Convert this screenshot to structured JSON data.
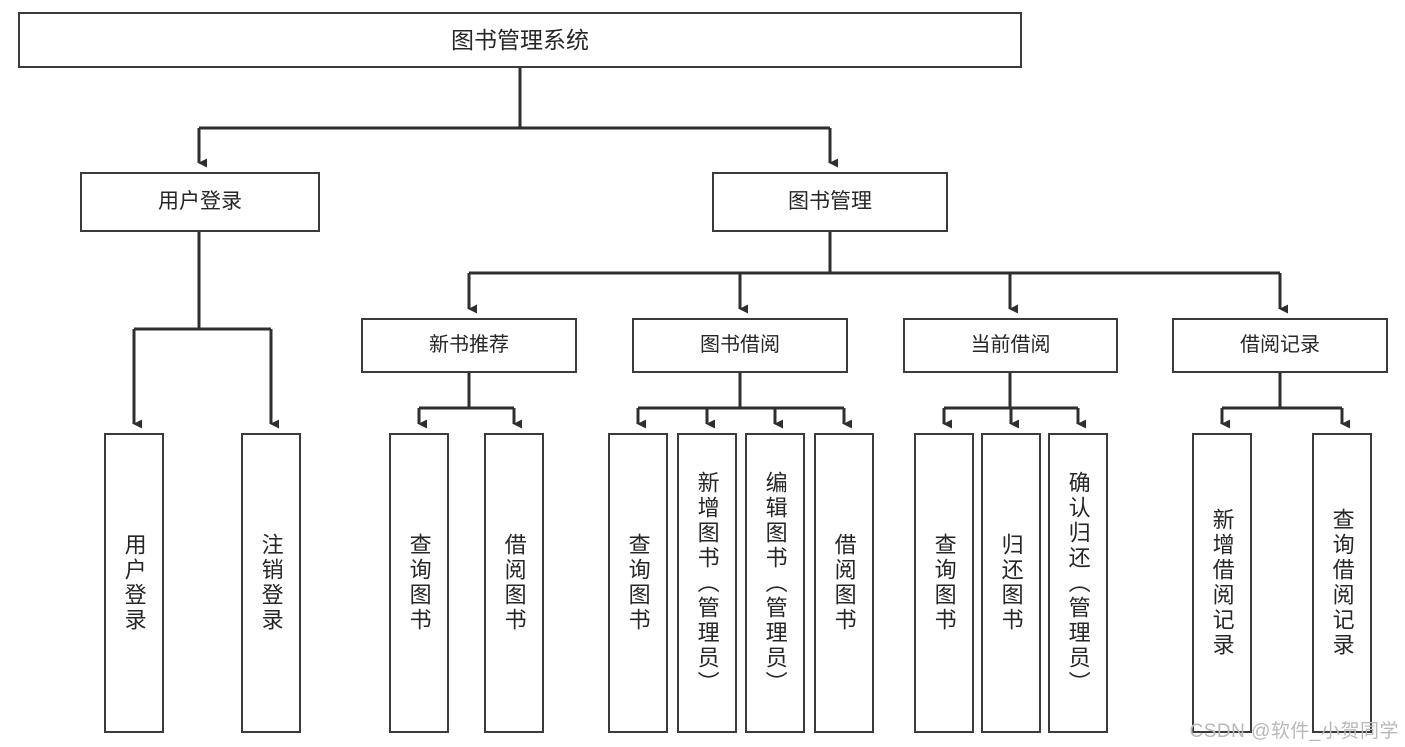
{
  "diagram": {
    "type": "tree",
    "title": "图书管理系统",
    "watermark": "CSDN @软件_小贺同学",
    "colors": {
      "node_border": "#3b3b3b",
      "node_fill": "#ffffff",
      "edge": "#2f2f2f",
      "text": "#262626",
      "watermark": "#b9b9b9"
    },
    "root": {
      "label": "图书管理系统"
    },
    "level2": [
      {
        "id": "user-login",
        "label": "用户登录"
      },
      {
        "id": "book-management",
        "label": "图书管理"
      }
    ],
    "modules": [
      {
        "id": "new-book-recommend",
        "label": "新书推荐"
      },
      {
        "id": "book-borrow",
        "label": "图书借阅"
      },
      {
        "id": "current-borrow",
        "label": "当前借阅"
      },
      {
        "id": "borrow-record",
        "label": "借阅记录"
      }
    ],
    "leaves": {
      "user-login": [
        {
          "id": "leaf-user-login",
          "label": "用户登录"
        },
        {
          "id": "leaf-logout",
          "label": "注销登录"
        }
      ],
      "new-book-recommend": [
        {
          "id": "leaf-query-book-1",
          "label": "查询图书"
        },
        {
          "id": "leaf-borrow-book-1",
          "label": "借阅图书"
        }
      ],
      "book-borrow": [
        {
          "id": "leaf-query-book-2",
          "label": "查询图书"
        },
        {
          "id": "leaf-add-book",
          "label": "新增图书（管理员）"
        },
        {
          "id": "leaf-edit-book",
          "label": "编辑图书（管理员）"
        },
        {
          "id": "leaf-borrow-book-2",
          "label": "借阅图书"
        }
      ],
      "current-borrow": [
        {
          "id": "leaf-query-book-3",
          "label": "查询图书"
        },
        {
          "id": "leaf-return-book",
          "label": "归还图书"
        },
        {
          "id": "leaf-confirm-return",
          "label": "确认归还（管理员）"
        }
      ],
      "borrow-record": [
        {
          "id": "leaf-add-record",
          "label": "新增借阅记录"
        },
        {
          "id": "leaf-query-record",
          "label": "查询借阅记录"
        }
      ]
    }
  }
}
